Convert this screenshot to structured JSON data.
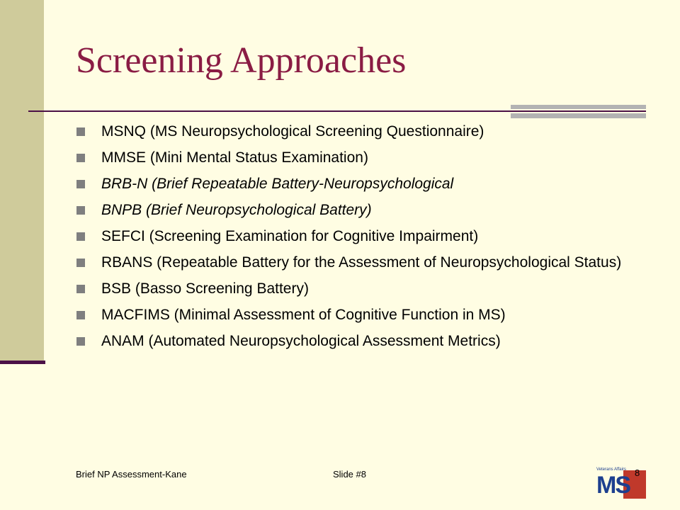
{
  "slide": {
    "title": "Screening Approaches",
    "bullets": [
      {
        "text": "MSNQ (MS Neuropsychological Screening Questionnaire)",
        "italic": false
      },
      {
        "text": "MMSE (Mini Mental Status Examination)",
        "italic": false
      },
      {
        "text": "BRB-N (Brief Repeatable Battery-Neuropsychological",
        "italic": true
      },
      {
        "text": "BNPB (Brief Neuropsychological Battery)",
        "italic": true
      },
      {
        "text": "SEFCI (Screening Examination for Cognitive Impairment)",
        "italic": false
      },
      {
        "text": "RBANS (Repeatable Battery for the Assessment of Neuropsychological Status)",
        "italic": false
      },
      {
        "text": "BSB (Basso Screening Battery)",
        "italic": false
      },
      {
        "text": "MACFIMS (Minimal Assessment of Cognitive Function in MS)",
        "italic": false
      },
      {
        "text": "ANAM (Automated Neuropsychological Assessment Metrics)",
        "italic": false
      }
    ]
  },
  "footer": {
    "left": "Brief NP Assessment-Kane",
    "center": "Slide #8",
    "page_number": "8",
    "logo_text": "MS",
    "logo_caption": "Veterans Affairs"
  },
  "colors": {
    "background": "#fffde3",
    "title": "#8a1c44",
    "band": "#cfcb9b",
    "accent": "#4b1046",
    "bullet": "#7f7f7f"
  }
}
